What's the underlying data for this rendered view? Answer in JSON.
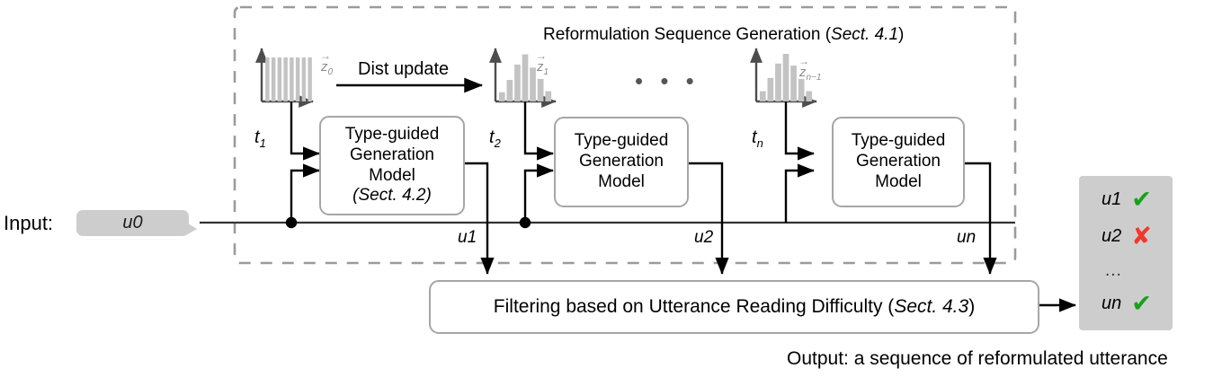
{
  "figure": {
    "dashed_group_title": "Reformulation Sequence Generation (",
    "dashed_group_title_sect": "Sect. 4.1",
    "dashed_group_title_close": ")",
    "dist_update_label": "Dist update",
    "ellipsis": "• • •"
  },
  "input": {
    "label": "Input:",
    "utterance": "u0"
  },
  "distributions": [
    {
      "name": "z0",
      "vec_label": "z",
      "sub": "0",
      "shape": "uniform",
      "bars": [
        0.86,
        0.86,
        0.86,
        0.86,
        0.86,
        0.86,
        0.86,
        0.86
      ]
    },
    {
      "name": "z1",
      "vec_label": "z",
      "sub": "1",
      "shape": "bell",
      "bars": [
        0.18,
        0.42,
        0.72,
        0.92,
        0.66,
        0.44,
        0.2
      ]
    },
    {
      "name": "zn-1",
      "vec_label": "z",
      "sub": "n−1",
      "shape": "bell",
      "bars": [
        0.2,
        0.46,
        0.74,
        0.93,
        0.7,
        0.44,
        0.2
      ]
    }
  ],
  "stages": [
    {
      "type_label": "t",
      "type_sub": "1",
      "box_lines": [
        "Type-guided",
        "Generation",
        "Model"
      ],
      "box_sect": "(Sect. 4.2)",
      "out_label": "u1"
    },
    {
      "type_label": "t",
      "type_sub": "2",
      "box_lines": [
        "Type-guided",
        "Generation",
        "Model"
      ],
      "box_sect": "",
      "out_label": "u2"
    },
    {
      "type_label": "t",
      "type_sub": "n",
      "box_lines": [
        "Type-guided",
        "Generation",
        "Model"
      ],
      "box_sect": "",
      "out_label": "un"
    }
  ],
  "filter": {
    "text_before": "Filtering based on Utterance Reading Difficulty (",
    "text_sect": "Sect. 4.3",
    "text_after": ")"
  },
  "output": {
    "rows": [
      {
        "label": "u1",
        "mark": "✔",
        "mark_kind": "ok"
      },
      {
        "label": "u2",
        "mark": "✘",
        "mark_kind": "no"
      },
      {
        "label": "...",
        "mark": "",
        "mark_kind": "none"
      },
      {
        "label": "un",
        "mark": "✔",
        "mark_kind": "ok"
      }
    ],
    "caption": "Output: a sequence of reformulated utterance"
  },
  "colors": {
    "dashed_border": "#9b9b9b",
    "box_border": "#a6a6a6",
    "bar_fill": "#c3c3c3",
    "axis": "#4d4d4d",
    "panel_fill": "#cdcdcd",
    "check_green": "#18a018",
    "cross_red": "#f0392b"
  }
}
